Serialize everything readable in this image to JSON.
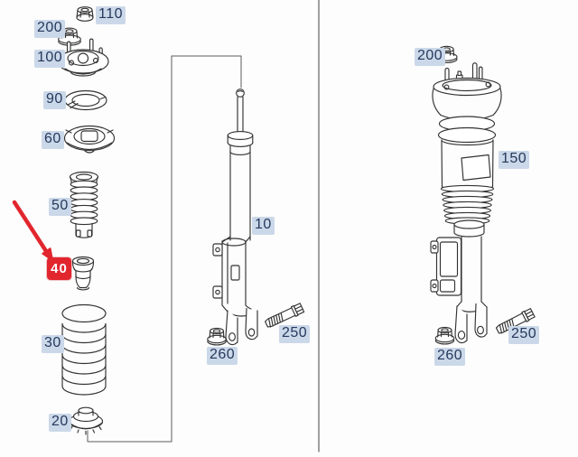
{
  "labels": {
    "l110": "110",
    "l200": "200",
    "l100": "100",
    "l90": "90",
    "l60": "60",
    "l50": "50",
    "l40": "40",
    "l30": "30",
    "l20": "20",
    "l10": "10",
    "l260": "260",
    "l250": "250",
    "r200": "200",
    "r150": "150",
    "r260": "260",
    "r250": "250"
  },
  "selection": {
    "selected_part": "40"
  },
  "colors": {
    "accent": "#e2262e",
    "highlight_text": "#ffffff",
    "label_bg": "#cbd8e9",
    "label_text": "#25395c",
    "line": "#333333",
    "leader": "#5a5a5a",
    "background": "#fdfdfd"
  }
}
